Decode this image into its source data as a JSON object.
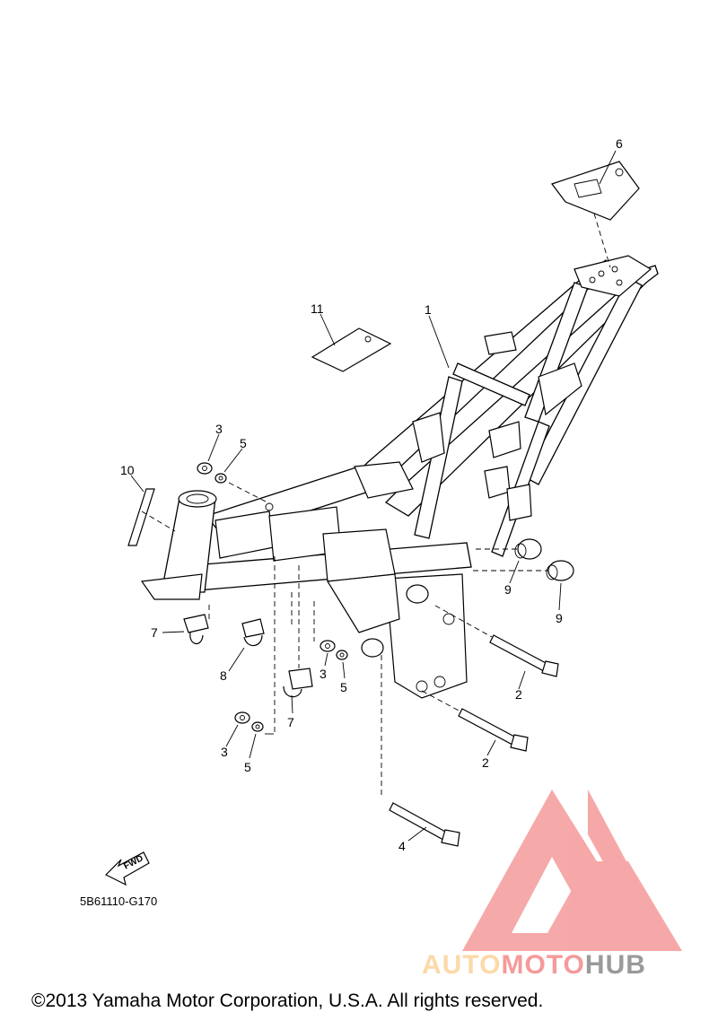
{
  "diagram": {
    "callouts": [
      {
        "id": "c1",
        "label": "1"
      },
      {
        "id": "c2a",
        "label": "2"
      },
      {
        "id": "c2b",
        "label": "2"
      },
      {
        "id": "c3a",
        "label": "3"
      },
      {
        "id": "c3b",
        "label": "3"
      },
      {
        "id": "c3c",
        "label": "3"
      },
      {
        "id": "c4",
        "label": "4"
      },
      {
        "id": "c5a",
        "label": "5"
      },
      {
        "id": "c5b",
        "label": "5"
      },
      {
        "id": "c5c",
        "label": "5"
      },
      {
        "id": "c6",
        "label": "6"
      },
      {
        "id": "c7a",
        "label": "7"
      },
      {
        "id": "c7b",
        "label": "7"
      },
      {
        "id": "c8",
        "label": "8"
      },
      {
        "id": "c9a",
        "label": "9"
      },
      {
        "id": "c9b",
        "label": "9"
      },
      {
        "id": "c10",
        "label": "10"
      },
      {
        "id": "c11",
        "label": "11"
      }
    ],
    "fwd_label": "FWD",
    "diagram_code": "5B61110-G170"
  },
  "watermark": {
    "part1": "AUTO",
    "part2": "MOTO",
    "part3": "HUB",
    "color_light": "#fcd9a8",
    "color_red": "#f59a9a",
    "color_gray": "#9a9a9a"
  },
  "footer": {
    "copyright": "©2013 Yamaha Motor Corporation, U.S.A. All rights reserved."
  }
}
